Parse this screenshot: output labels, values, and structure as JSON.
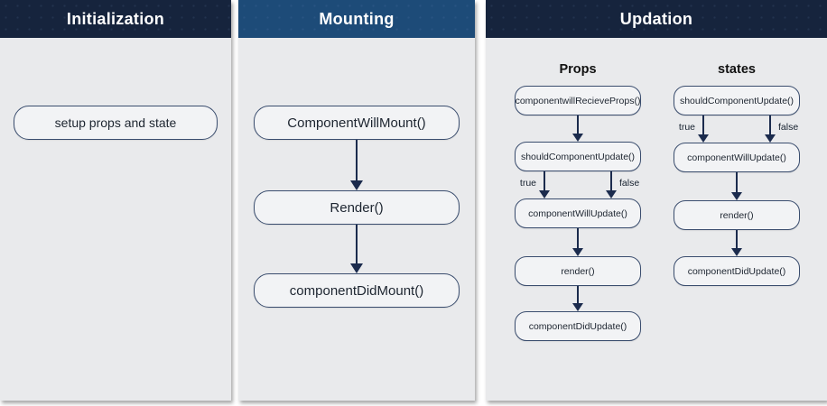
{
  "panels": {
    "initialization": {
      "title": "Initialization",
      "nodes": [
        {
          "label": "setup props and state"
        }
      ]
    },
    "mounting": {
      "title": "Mounting",
      "nodes": [
        {
          "label": "ComponentWillMount()"
        },
        {
          "label": "Render()"
        },
        {
          "label": "componentDidMount()"
        }
      ]
    },
    "updation": {
      "title": "Updation",
      "props_flow": {
        "label": "Props",
        "nodes": [
          {
            "label": "componentwillRecieveProps()"
          },
          {
            "label": "shouldComponentUpdate()"
          },
          {
            "label": "componentWillUpdate()"
          },
          {
            "label": "render()"
          },
          {
            "label": "componentDidUpdate()"
          }
        ],
        "branch": {
          "true_label": "true",
          "false_label": "false"
        }
      },
      "states_flow": {
        "label": "states",
        "nodes": [
          {
            "label": "shouldComponentUpdate()"
          },
          {
            "label": "componentWillUpdate()"
          },
          {
            "label": "render()"
          },
          {
            "label": "componentDidUpdate()"
          }
        ],
        "branch": {
          "true_label": "true",
          "false_label": "false"
        }
      }
    }
  },
  "colors": {
    "header_dark": "#16243d",
    "header_blue": "#1d4b78",
    "panel_bg": "#e9eaec",
    "node_bg": "#f2f3f5",
    "node_border": "#3a4d6e",
    "arrow": "#1b2b4d"
  }
}
